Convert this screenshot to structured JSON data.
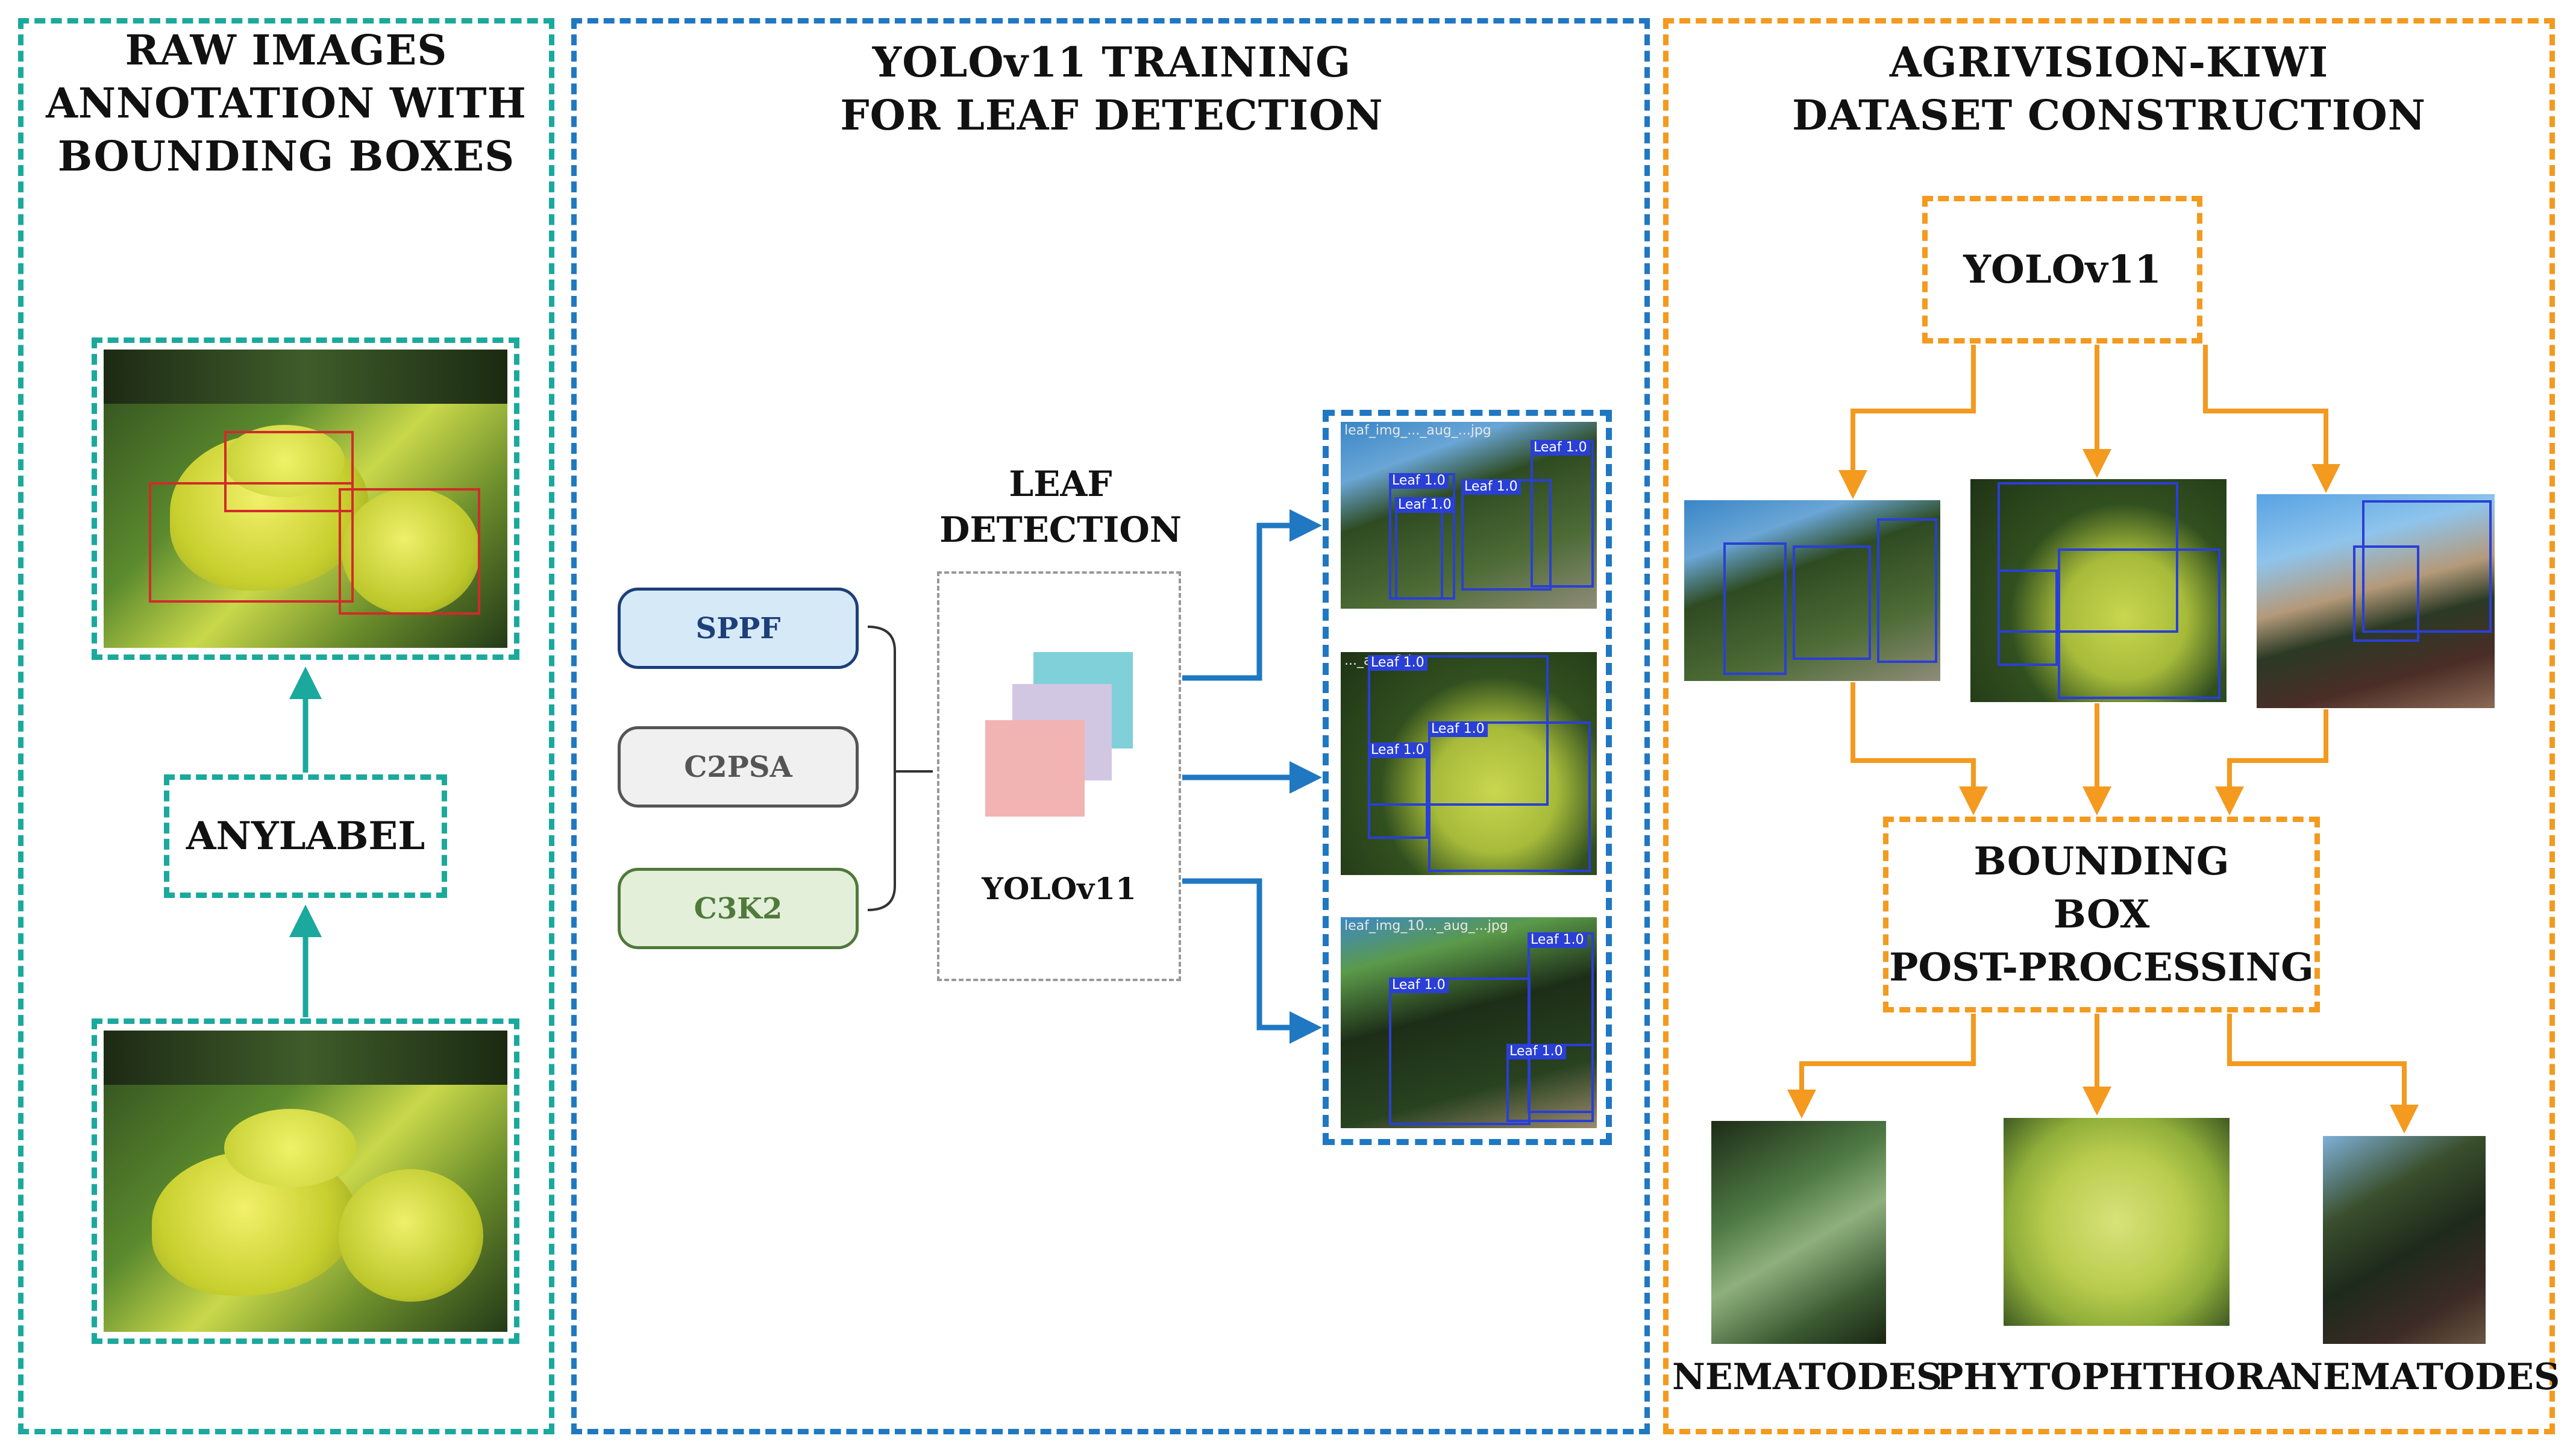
{
  "panel1": {
    "title": [
      "RAW IMAGES",
      "ANNOTATION WITH",
      "BOUNDING BOXES"
    ],
    "tool_label": "ANYLABEL"
  },
  "panel2": {
    "title": [
      "YOLOv11 TRAINING",
      "FOR LEAF DETECTION"
    ],
    "modules": [
      "SPPF",
      "C2PSA",
      "C3K2"
    ],
    "detection_label": [
      "LEAF",
      "DETECTION"
    ],
    "model_label": "YOLOv11",
    "outputs": [
      {
        "filename": "leaf_img_..._aug_...jpg",
        "labels": [
          "Leaf 1.0",
          "Leaf 1.0",
          "Leaf 1.0",
          "Leaf 1.0"
        ]
      },
      {
        "filename": "..._aug_3.jpg",
        "labels": [
          "Leaf 1.0",
          "Leaf 1.0",
          "Leaf 1.0"
        ]
      },
      {
        "filename": "leaf_img_10..._aug_...jpg",
        "labels": [
          "Leaf 1.0",
          "Leaf 1.0",
          "Leaf 1.0"
        ]
      }
    ]
  },
  "panel3": {
    "title": [
      "AGRIVISION-KIWI",
      "DATASET CONSTRUCTION"
    ],
    "model_label": "YOLOv11",
    "postprocess_label": [
      "BOUNDING",
      "BOX",
      "POST-PROCESSING"
    ],
    "crops": [
      "NEMATODES",
      "PHYTOPHTHORA",
      "NEMATODES"
    ]
  },
  "colors": {
    "teal": "#1aa99c",
    "blue": "#1f78c1",
    "orange": "#f39a1f",
    "bbox_red": "#d12b2b",
    "bbox_blue": "#2a3fd6",
    "sppf_fill": "#d6e9f7",
    "sppf_border": "#1d3f7a",
    "c2psa_fill": "#f0f0f0",
    "c2psa_border": "#555555",
    "c3k2_fill": "#e3efd9",
    "c3k2_border": "#4f7a3b"
  }
}
